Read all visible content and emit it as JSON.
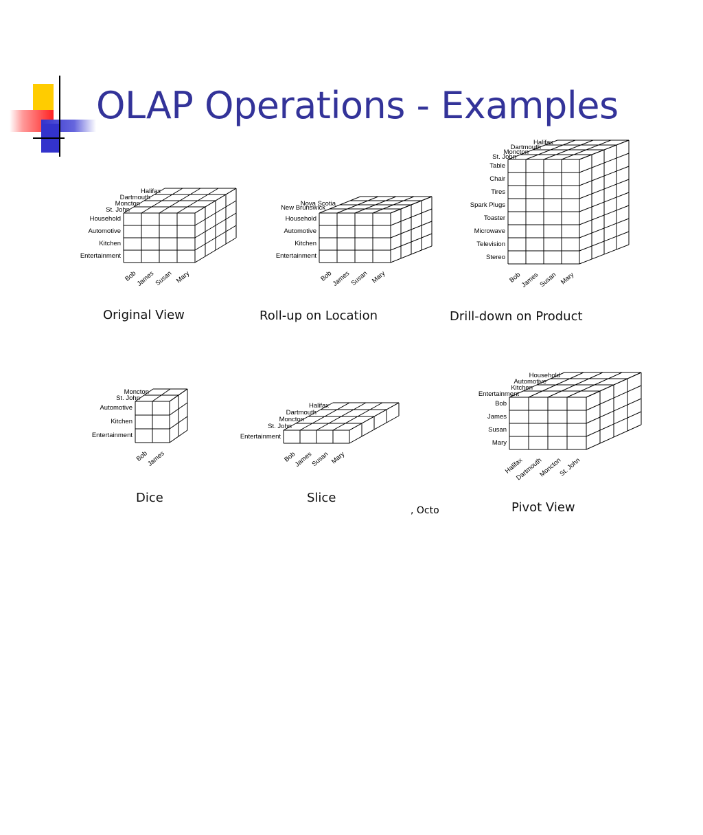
{
  "slide": {
    "title": "OLAP Operations - Examples",
    "accent_colors": {
      "title": "#333399",
      "deco_yellow": "#ffcc00",
      "deco_blue": "#3333cc",
      "deco_red": "#ff3333"
    },
    "footer_fragment": ", Octo"
  },
  "panels": {
    "original": {
      "caption": "Original View",
      "locations": [
        "Halifax",
        "Dartmouth",
        "Moncton",
        "St. John"
      ],
      "products": [
        "Household",
        "Automotive",
        "Kitchen",
        "Entertainment"
      ],
      "people": [
        "Bob",
        "James",
        "Susan",
        "Mary"
      ]
    },
    "rollup": {
      "caption": "Roll-up on Location",
      "locations": [
        "Nova Scotia",
        "New Brunswick"
      ],
      "products": [
        "Household",
        "Automotive",
        "Kitchen",
        "Entertainment"
      ],
      "people": [
        "Bob",
        "James",
        "Susan",
        "Mary"
      ]
    },
    "drilldown": {
      "caption": "Drill-down on Product",
      "locations": [
        "Halifax",
        "Dartmouth",
        "Moncton",
        "St. John"
      ],
      "products": [
        "Table",
        "Chair",
        "Tires",
        "Spark Plugs",
        "Toaster",
        "Microwave",
        "Television",
        "Stereo"
      ],
      "people": [
        "Bob",
        "James",
        "Susan",
        "Mary"
      ]
    },
    "dice": {
      "caption": "Dice",
      "locations": [
        "Moncton",
        "St. John"
      ],
      "products": [
        "Automotive",
        "Kitchen",
        "Entertainment"
      ],
      "people": [
        "Bob",
        "James"
      ]
    },
    "slice": {
      "caption": "Slice",
      "locations": [
        "Halifax",
        "Dartmouth",
        "Moncton",
        "St. John"
      ],
      "products": [
        "Entertainment"
      ],
      "people": [
        "Bob",
        "James",
        "Susan",
        "Mary"
      ]
    },
    "pivot": {
      "caption": "Pivot View",
      "products": [
        "Household",
        "Automotive",
        "Kitchen",
        "Entertainment"
      ],
      "people": [
        "Bob",
        "James",
        "Susan",
        "Mary"
      ],
      "locations": [
        "Halifax",
        "Dartmouth",
        "Moncton",
        "St. John"
      ]
    }
  }
}
